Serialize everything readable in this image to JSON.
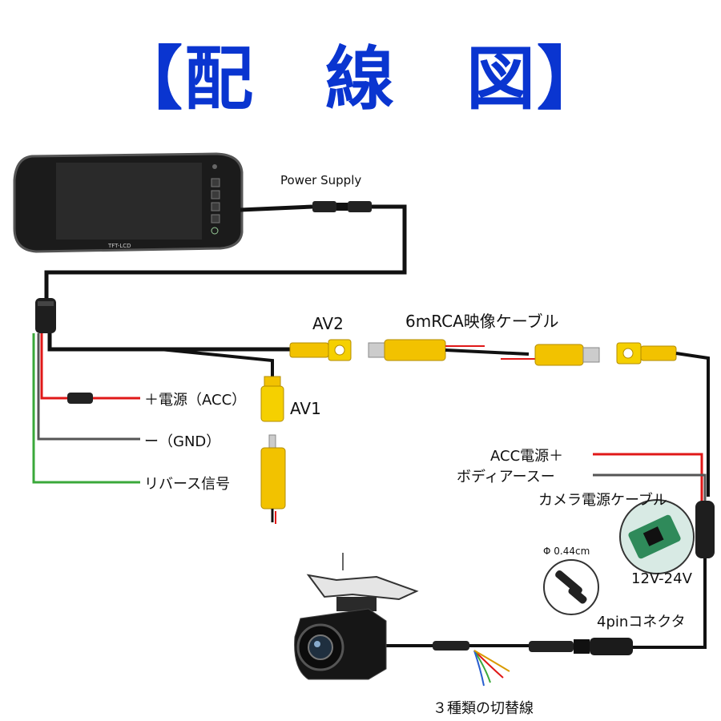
{
  "title": "【配　線　図】",
  "labels": {
    "power_supply": "Power Supply",
    "av2": "AV2",
    "av1": "AV1",
    "rca_cable": "6mRCA映像ケーブル",
    "acc_power": "＋電源（ACC）",
    "gnd": "ー（GND）",
    "reverse_signal": "リバース信号",
    "acc_power_plus": "ACC電源＋",
    "body_earth": "ボディアースー",
    "camera_power_cable": "カメラ電源ケーブル",
    "voltage": "12V-24V",
    "diameter": "Φ 0.44cm",
    "connector_4pin": "4pinコネクタ",
    "switch_wires": "３種類の切替線",
    "monitor_brand": "TFT-LCD"
  },
  "colors": {
    "title_blue": "#0a35d0",
    "cable_black": "#111111",
    "wire_red": "#e01818",
    "wire_green": "#3aa83a",
    "rca_yellow": "#f2c200",
    "pcb_green": "#2f8a5a"
  },
  "icons": {
    "monitor": "rear-view-mirror-monitor-icon",
    "camera": "backup-camera-icon",
    "pcb": "power-filter-board-icon",
    "connector": "4pin-connector-icon"
  }
}
